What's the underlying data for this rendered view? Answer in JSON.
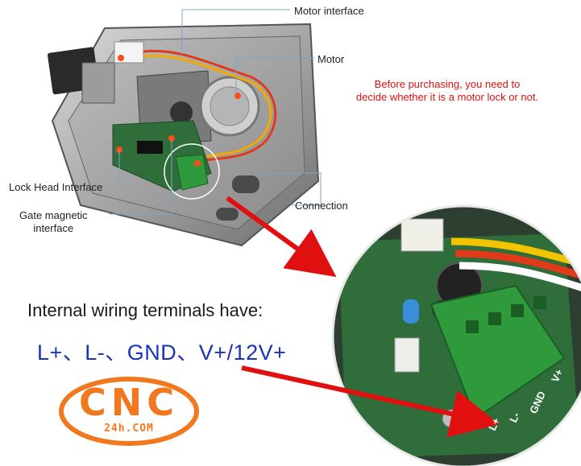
{
  "labels": {
    "motor_interface": "Motor interface",
    "motor": "Motor",
    "lock_head_interface": "Lock Head Interface",
    "gate_magnetic_line1": "Gate magnetic",
    "gate_magnetic_line2": "interface",
    "connection": "Connection"
  },
  "note": {
    "line1": "Before purchasing, you need to",
    "line2": "decide whether it is a motor lock or not."
  },
  "headline": "Internal wiring terminals have:",
  "terminals": "L+、L-、GND、V+/12V+",
  "logo": {
    "brand": "CNC",
    "sub": "24h.COM"
  },
  "terminal_pins": [
    "L+",
    "L-",
    "GND",
    "V+"
  ],
  "colors": {
    "accent_red": "#e01010",
    "terminal_blue": "#1a33b8",
    "logo_orange": "#f2781f",
    "terminal_green": "#2e9a3c"
  }
}
